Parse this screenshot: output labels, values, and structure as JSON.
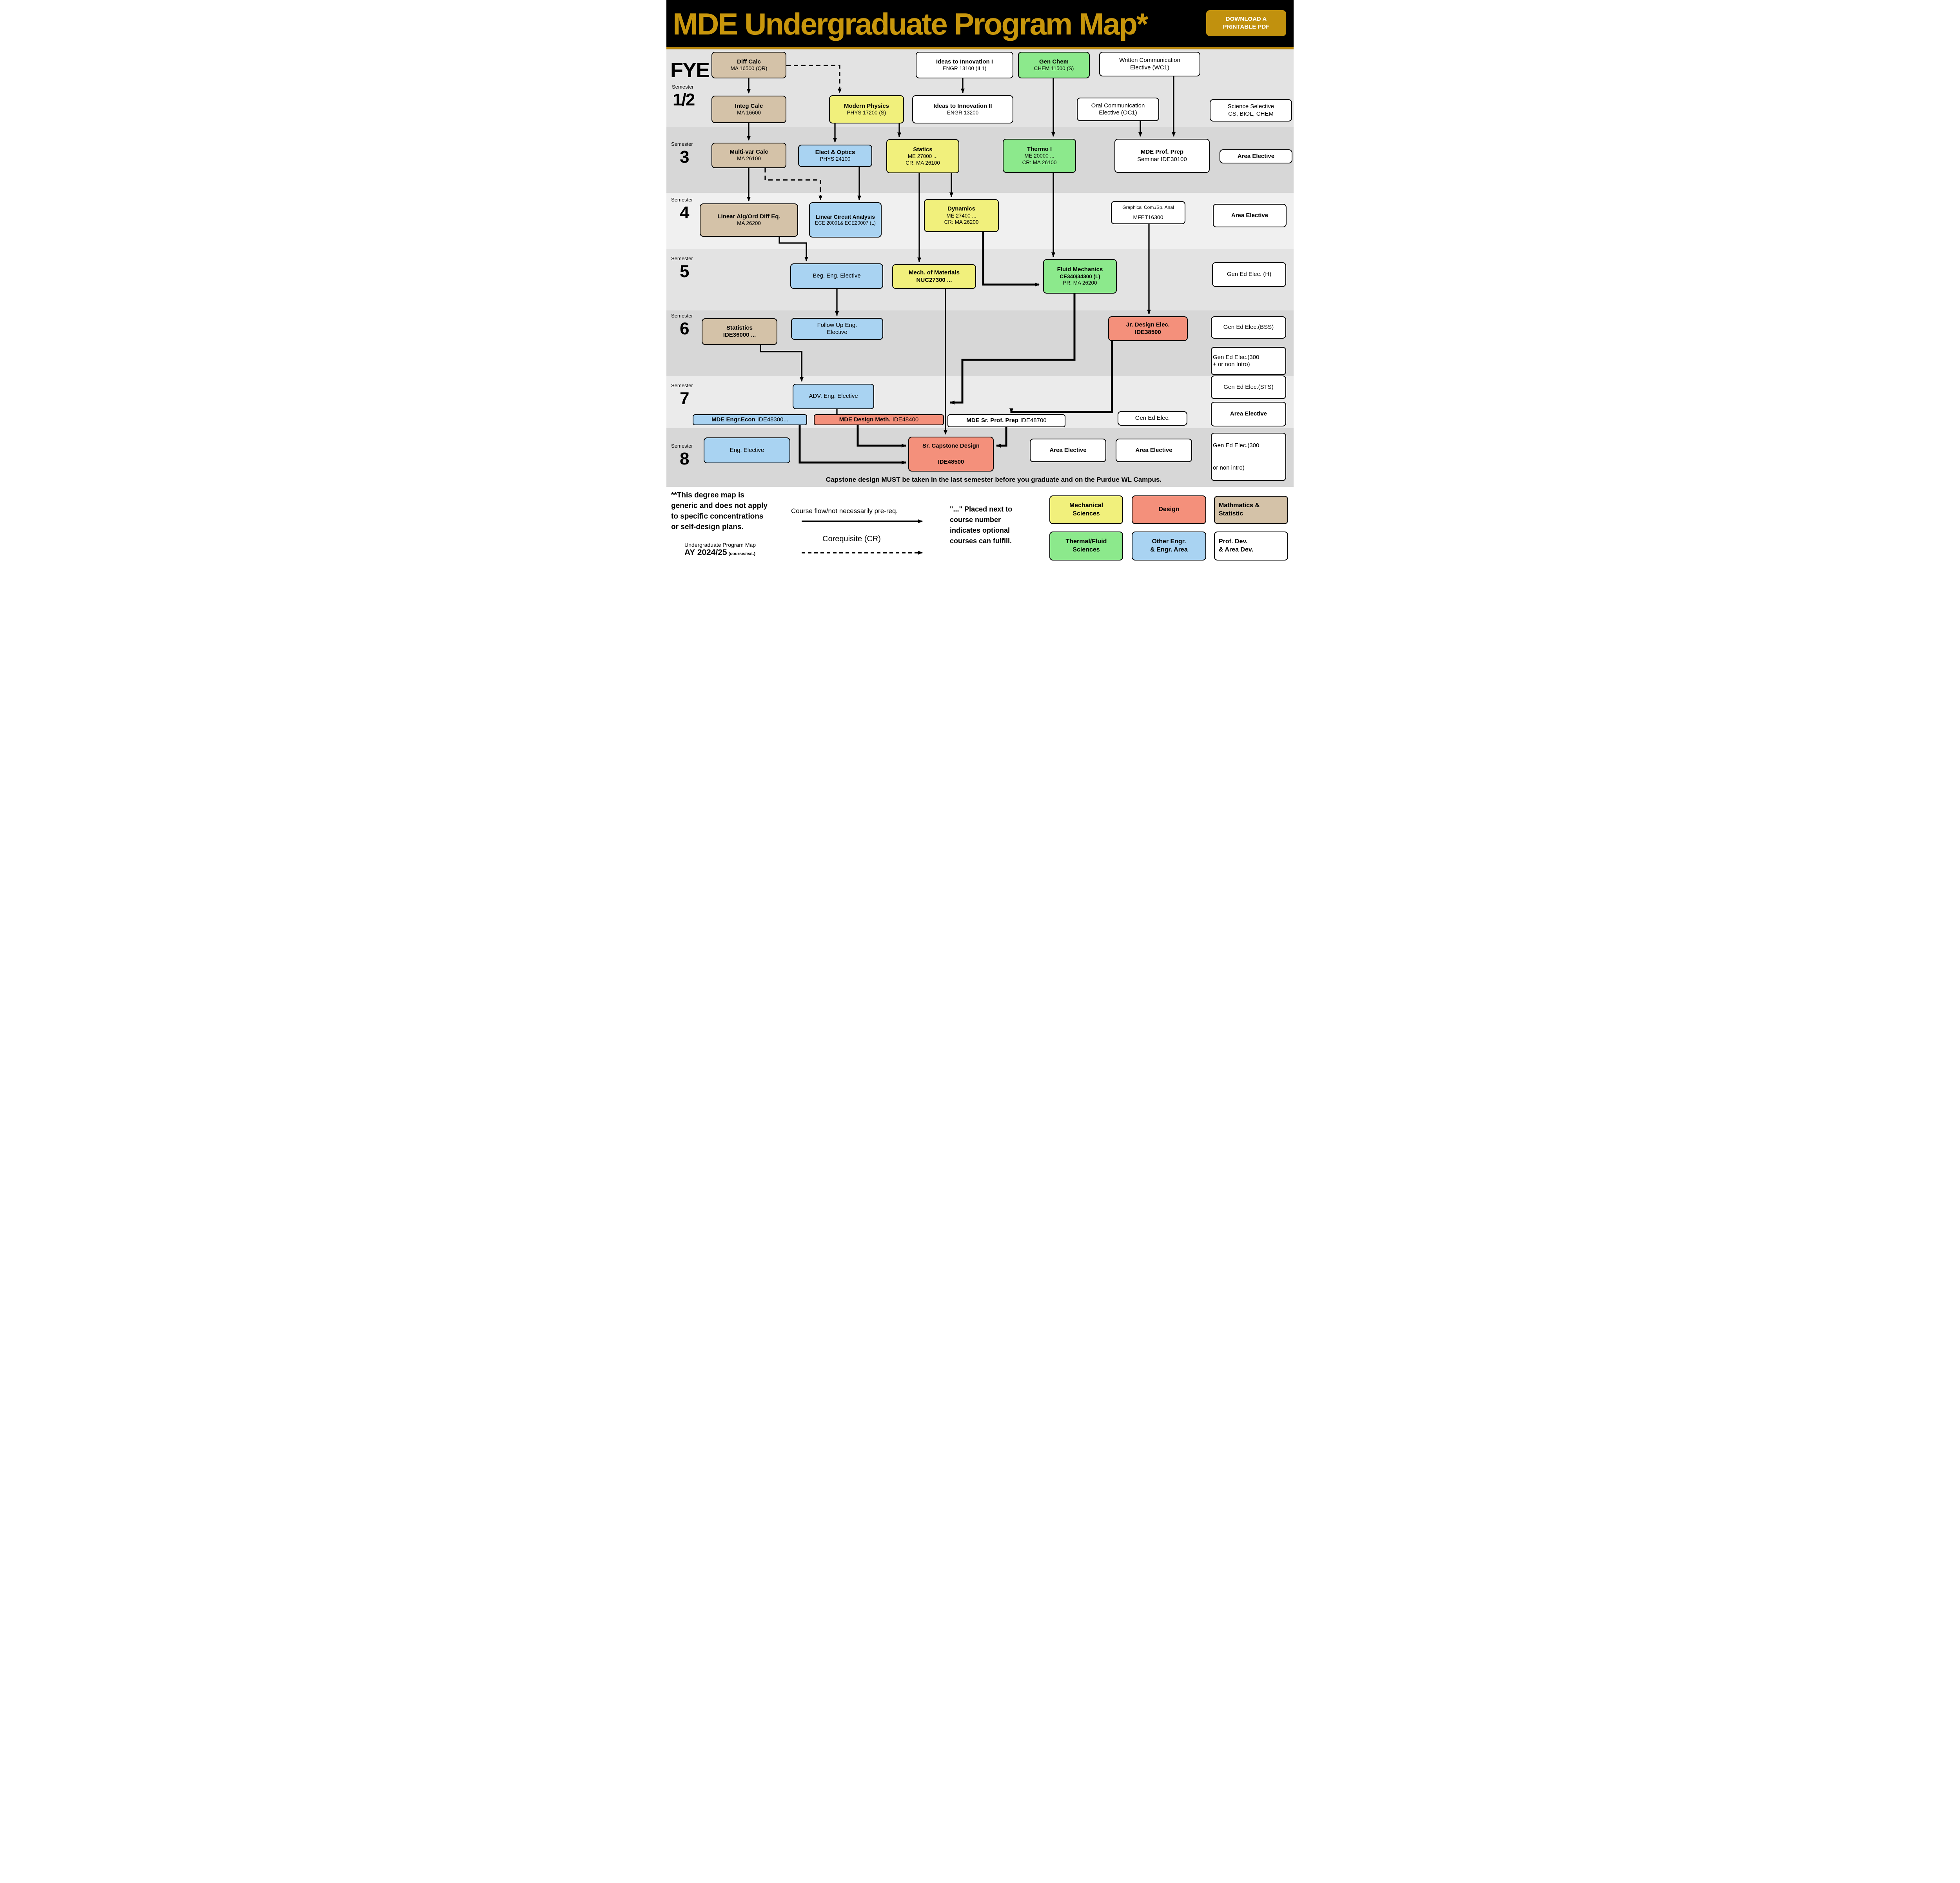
{
  "header": {
    "title": "MDE Undergraduate Program Map*",
    "download_label_1": "DOWNLOAD A",
    "download_label_2": "PRINTABLE PDF"
  },
  "semesters": {
    "fye": {
      "big": "FYE",
      "word": "Semester",
      "num": "1/2"
    },
    "s3": {
      "word": "Semester",
      "num": "3"
    },
    "s4": {
      "word": "Semester",
      "num": "4"
    },
    "s5": {
      "word": "Semester",
      "num": "5"
    },
    "s6": {
      "word": "Semester",
      "num": "6"
    },
    "s7": {
      "word": "Semester",
      "num": "7"
    },
    "s8": {
      "word": "Semester",
      "num": "8"
    }
  },
  "boxes": {
    "diff_calc": {
      "title": "Diff Calc",
      "sub": "MA 16500 (QR)"
    },
    "integ_calc": {
      "title": "Integ Calc",
      "sub": "MA 16600"
    },
    "modern_physics": {
      "title": "Modern Physics",
      "sub": "PHYS 17200 (S)"
    },
    "ideas1": {
      "title": "Ideas to Innovation I",
      "sub": "ENGR 13100 (IL1)"
    },
    "ideas2": {
      "title": "Ideas to Innovation II",
      "sub": "ENGR 13200"
    },
    "gen_chem": {
      "title": "Gen Chem",
      "sub": "CHEM 11500 (S)"
    },
    "wc1": {
      "title": "Written Communication",
      "sub": "Elective (WC1)"
    },
    "oc1": {
      "title": "Oral Communication",
      "sub": "Elective (OC1)"
    },
    "sci_sel": {
      "title": "Science Selective",
      "sub": "CS, BIOL, CHEM"
    },
    "multivar": {
      "title": "Multi-var Calc",
      "sub": "MA 26100"
    },
    "elect_optics": {
      "title": "Elect & Optics",
      "sub": "PHYS 24100"
    },
    "statics": {
      "title": "Statics",
      "sub": "ME 27000 ...",
      "sub2": "CR: MA 26100"
    },
    "thermo1": {
      "title": "Thermo I",
      "sub": "ME 20000 ...",
      "sub2": "CR: MA 26100"
    },
    "prof_prep_sem": {
      "title": "MDE Prof. Prep",
      "sub": "Seminar IDE30100"
    },
    "area3": {
      "title": "Area Elective"
    },
    "linear_alg": {
      "title": "Linear Alg/Ord Diff Eq.",
      "sub": "MA 26200"
    },
    "linear_circuit": {
      "title": "Linear Circuit Analysis",
      "sub": "ECE 20001& ECE20007 (L)"
    },
    "dynamics": {
      "title": "Dynamics",
      "sub": "ME 27400 ...",
      "sub2": "CR: MA 26200"
    },
    "graphical": {
      "title": "Graphical Com./Sp. Anal",
      "sub": "MFET16300"
    },
    "area4": {
      "title": "Area Elective"
    },
    "beg_eng": {
      "title": "Beg. Eng. Elective"
    },
    "mech_mat": {
      "title": "Mech. of Materials",
      "sub": "NUC27300 ..."
    },
    "fluid_mech": {
      "title": "Fluid Mechanics",
      "sub": "CE340/34300 (L)",
      "sub2": "PR: MA 26200"
    },
    "gen_ed_h": {
      "title": "Gen Ed Elec. (H)"
    },
    "statistics": {
      "title": "Statistics",
      "sub": "IDE36000 ..."
    },
    "follow_up": {
      "title": "Follow Up Eng.",
      "sub": "Elective"
    },
    "jr_design": {
      "title": "Jr. Design Elec.",
      "sub": "IDE38500"
    },
    "gen_ed_bss": {
      "title": "Gen Ed Elec.(BSS)"
    },
    "gen_ed_300a": {
      "title": "Gen Ed Elec.(300",
      "sub": "+ or non Intro)"
    },
    "adv_eng": {
      "title": "ADV. Eng. Elective"
    },
    "engr_econ": {
      "bold": "MDE Engr.Econ",
      "rest": "IDE48300..."
    },
    "design_meth": {
      "bold": "MDE Design Meth.",
      "rest": "IDE48400"
    },
    "sr_prof_prep": {
      "bold": "MDE Sr. Prof. Prep",
      "rest": "IDE48700"
    },
    "gen_ed_7": {
      "title": "Gen Ed Elec."
    },
    "gen_ed_sts": {
      "title": "Gen Ed Elec.(STS)"
    },
    "area7": {
      "title": "Area Elective"
    },
    "eng_elective": {
      "title": "Eng. Elective"
    },
    "sr_capstone": {
      "title": "Sr. Capstone Design",
      "sub": "IDE48500"
    },
    "area8a": {
      "title": "Area Elective"
    },
    "area8b": {
      "title": "Area Elective"
    },
    "gen_ed_300b": {
      "title": "Gen Ed Elec.(300",
      "sub": "or non intro)"
    }
  },
  "capstone_note": "Capstone design MUST be taken in the last semester before you graduate and on the Purdue WL Campus.",
  "footer": {
    "map_note": [
      "**This degree map is",
      "generic and does not apply",
      "to specific concentrations",
      "or self-design plans."
    ],
    "credits": {
      "l1": "Undergraduate Program Map",
      "ay": "AY 2024/25",
      "ext": "(course#ext.)"
    },
    "course_flow": "Course flow/not necessarily pre-req.",
    "coreq": "Corequisite (CR)",
    "dots_note": [
      "\"...\" Placed next to",
      "course number",
      "indicates optional",
      "courses can fulfill."
    ]
  },
  "legend": {
    "mechanical": {
      "l1": "Mechanical",
      "l2": "Sciences",
      "color": "#f1f07c"
    },
    "design": {
      "l1": "Design",
      "l2": "",
      "color": "#f4907b"
    },
    "math": {
      "l1": "Mathmatics &",
      "l2": "Statistic",
      "color": "#d4c2a8"
    },
    "thermal": {
      "l1": "Thermal/Fluid",
      "l2": "Sciences",
      "color": "#8ce98c"
    },
    "other": {
      "l1": "Other Engr.",
      "l2": "& Engr. Area",
      "color": "#a9d3f2"
    },
    "profdev": {
      "l1": "Prof. Dev.",
      "l2": "& Area Dev.",
      "color": "#ffffff"
    }
  },
  "colors": {
    "gold_accent": "#c8960c",
    "mechanical_sciences": "#f1f07c",
    "design": "#f4907b",
    "math_statistic": "#d4c2a8",
    "thermal_fluid": "#8ce98c",
    "other_engineering": "#a9d3f2",
    "prof_dev": "#ffffff"
  }
}
